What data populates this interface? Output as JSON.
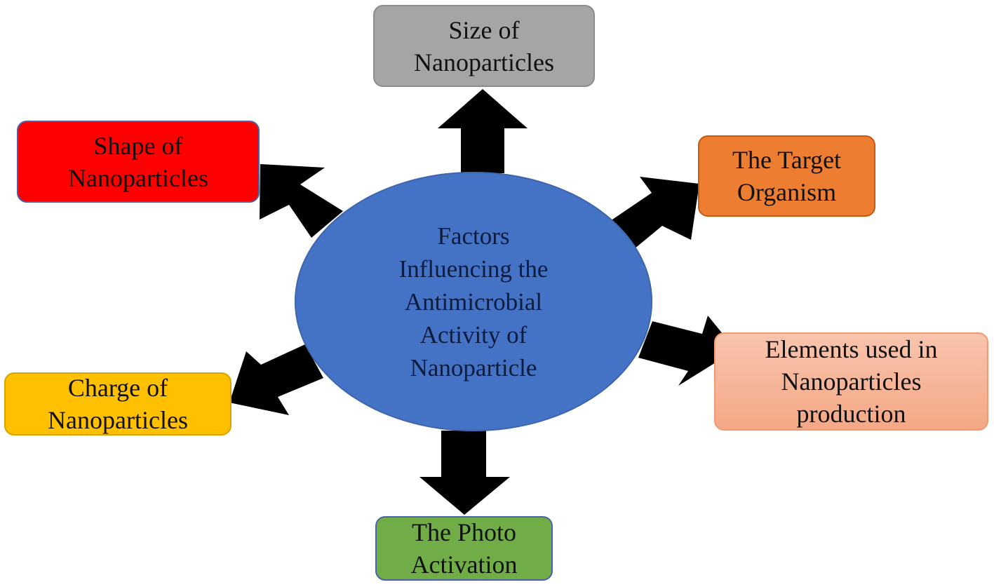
{
  "center": {
    "lines": [
      "Factors",
      "Influencing the",
      "Antimicrobial",
      "Activity of",
      "Nanoparticle"
    ],
    "color": "#4472c4"
  },
  "nodes": {
    "size": {
      "lines": [
        "Size of",
        "Nanoparticles"
      ],
      "color": "#a5a5a5"
    },
    "shape": {
      "lines": [
        "Shape of",
        "Nanoparticles"
      ],
      "color": "#ff0000"
    },
    "target": {
      "lines": [
        "The Target",
        "Organism"
      ],
      "color": "#ed7d31"
    },
    "elements": {
      "lines": [
        "Elements used in",
        "Nanoparticles",
        "production"
      ],
      "color": "#f4b183"
    },
    "charge": {
      "lines": [
        "Charge of",
        "Nanoparticles"
      ],
      "color": "#ffc000"
    },
    "photo": {
      "lines": [
        "The Photo",
        "Activation"
      ],
      "color": "#70ad47"
    }
  },
  "arrow_color": "#000000"
}
